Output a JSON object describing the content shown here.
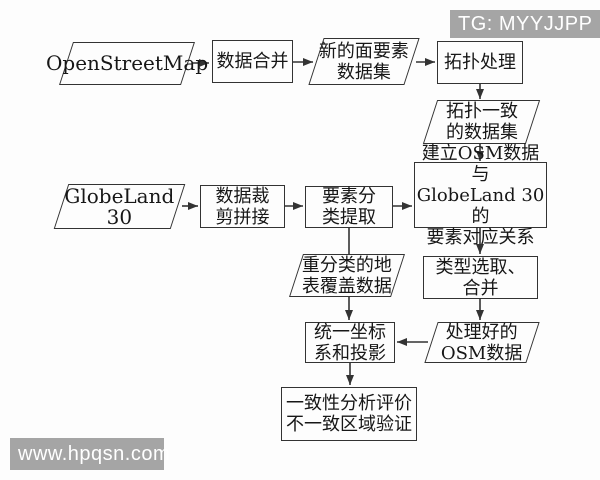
{
  "diagram": {
    "type": "flowchart",
    "colors": {
      "line": "#333333",
      "text": "#171717",
      "background": "#fdfdfd",
      "watermark_bg": "#a5a5a5",
      "watermark_text": "#ffffff"
    },
    "nodes": {
      "openstreetmap": {
        "type": "data",
        "label": "OpenStreetMap"
      },
      "data_merge": {
        "type": "process",
        "label": "数据合并"
      },
      "new_polygon": {
        "type": "data",
        "label": "新的面要素\n数据集"
      },
      "topology_proc": {
        "type": "process",
        "label": "拓扑处理"
      },
      "topo_consistent": {
        "type": "data",
        "label": "拓扑一致\n的数据集"
      },
      "build_corr": {
        "type": "process",
        "label": "建立OSM数据与\nGlobeLand 30的\n要素对应关系"
      },
      "globeland": {
        "type": "data",
        "label": "GlobeLand 30"
      },
      "clip": {
        "type": "process",
        "label": "数据裁\n剪拼接"
      },
      "extract": {
        "type": "process",
        "label": "要素分\n类提取"
      },
      "reclass": {
        "type": "data",
        "label": "重分类的地\n表覆盖数据"
      },
      "type_merge": {
        "type": "process",
        "label": "类型选取、\n合并"
      },
      "processed_osm": {
        "type": "data",
        "label": "处理好的\nOSM数据"
      },
      "unify": {
        "type": "process",
        "label": "统一坐标\n系和投影"
      },
      "consistency": {
        "type": "process",
        "label": "一致性分析评价\n不一致区域验证"
      }
    },
    "edges": [
      {
        "from": "openstreetmap",
        "to": "data_merge",
        "arrow": true
      },
      {
        "from": "data_merge",
        "to": "new_polygon",
        "arrow": true
      },
      {
        "from": "new_polygon",
        "to": "topology_proc",
        "arrow": true
      },
      {
        "from": "topology_proc",
        "to": "topo_consistent",
        "arrow": true
      },
      {
        "from": "topo_consistent",
        "to": "build_corr",
        "arrow": true
      },
      {
        "from": "globeland",
        "to": "clip",
        "arrow": true
      },
      {
        "from": "clip",
        "to": "extract",
        "arrow": true
      },
      {
        "from": "extract",
        "to": "build_corr",
        "arrow": true
      },
      {
        "from": "extract",
        "to": "reclass",
        "arrow": false
      },
      {
        "from": "reclass",
        "to": "unify",
        "arrow": true
      },
      {
        "from": "build_corr",
        "to": "type_merge",
        "arrow": true
      },
      {
        "from": "type_merge",
        "to": "processed_osm",
        "arrow": true
      },
      {
        "from": "processed_osm",
        "to": "unify",
        "arrow": true
      },
      {
        "from": "unify",
        "to": "consistency",
        "arrow": true
      }
    ]
  },
  "watermarks": {
    "top_right": "TG: MYYJJPP",
    "bottom_left": "www.hpqsn.com"
  }
}
